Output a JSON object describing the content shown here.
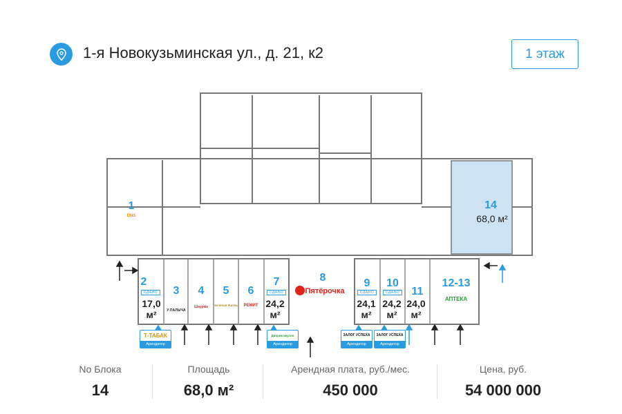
{
  "header": {
    "address": "1-я Новокузьминская ул., д. 21, к2",
    "floor_button": "1 этаж",
    "icon": "location-pin-icon"
  },
  "plan": {
    "units": [
      {
        "id": "1",
        "brand": "DNS"
      },
      {
        "id": "2",
        "status": "СДАНО",
        "area": "17,0",
        "unit": "м²"
      },
      {
        "id": "3",
        "brand": "У ПАЛЫЧА"
      },
      {
        "id": "4",
        "brand": "Шаурма"
      },
      {
        "id": "5",
        "brand": "Зеленая Жизнь"
      },
      {
        "id": "6",
        "brand": "РЕМИТ"
      },
      {
        "id": "7",
        "status": "СДАНО",
        "area": "24,2",
        "unit": "м²"
      },
      {
        "id": "8",
        "brand": "Пятёрочка"
      },
      {
        "id": "9",
        "status": "СДАНО",
        "area": "24,1",
        "unit": "м²"
      },
      {
        "id": "10",
        "status": "СДАНО",
        "area": "24,2",
        "unit": "м²"
      },
      {
        "id": "11",
        "area": "24,0",
        "unit": "м²"
      },
      {
        "id": "12-13",
        "brand": "АПТЕКА"
      },
      {
        "id": "14",
        "area": "68,0 м²"
      }
    ],
    "tenants": [
      {
        "name": "Т-ТАБАК",
        "label": "Арендатор"
      },
      {
        "name": "Дворик вкусно",
        "label": "Арендатор"
      },
      {
        "name": "ЗАЛОГ УСПЕХА",
        "label": "Арендатор"
      },
      {
        "name": "ЗАЛОГ УСПЕХА",
        "label": "Арендатор"
      }
    ],
    "highlight_color": "#cde2f3",
    "accent": "#2b9be0"
  },
  "stats": [
    {
      "label": "No Блока",
      "value": "14"
    },
    {
      "label": "Площадь",
      "value": "68,0 м²"
    },
    {
      "label": "Арендная плата, руб./мес.",
      "value": "450 000"
    },
    {
      "label": "Цена, руб.",
      "value": "54 000 000"
    }
  ]
}
